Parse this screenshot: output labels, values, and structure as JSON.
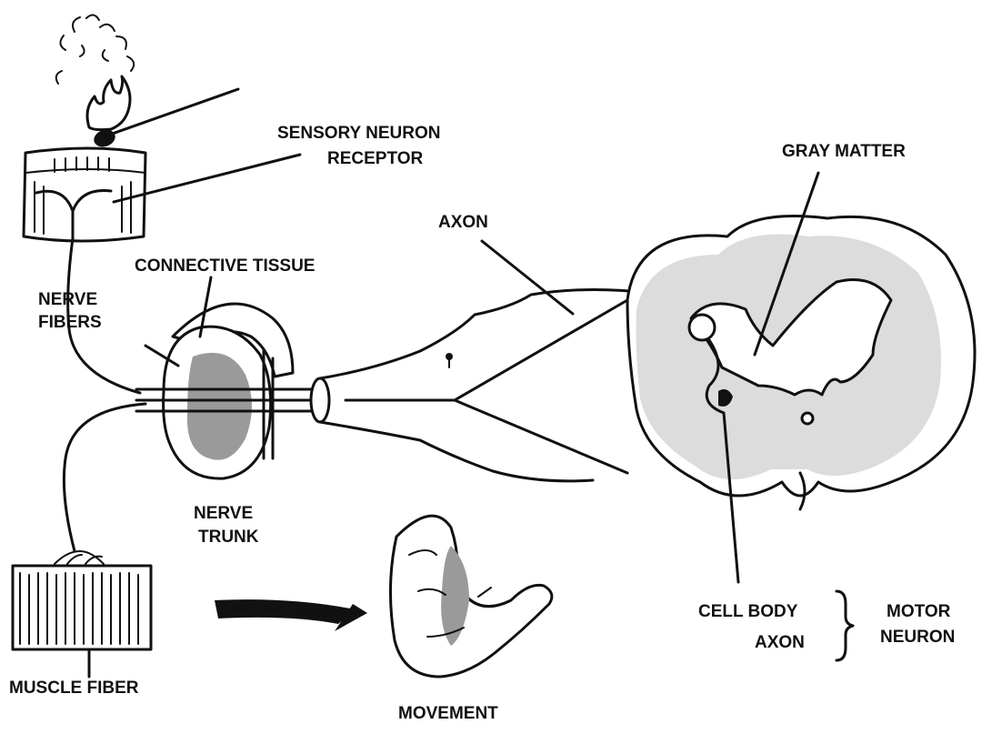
{
  "labels": {
    "sensory_neuron": "SENSORY NEURON",
    "receptor": "RECEPTOR",
    "gray_matter": "GRAY MATTER",
    "axon_upper": "AXON",
    "connective_tissue": "CONNECTIVE TISSUE",
    "nerve_fibers_1": "NERVE",
    "nerve_fibers_2": "FIBERS",
    "nerve_trunk_1": "NERVE",
    "nerve_trunk_2": "TRUNK",
    "cell_body": "CELL BODY",
    "axon_lower": "AXON",
    "motor_1": "MOTOR",
    "motor_2": "NEURON",
    "muscle_fiber": "MUSCLE FIBER",
    "movement": "MOVEMENT"
  }
}
